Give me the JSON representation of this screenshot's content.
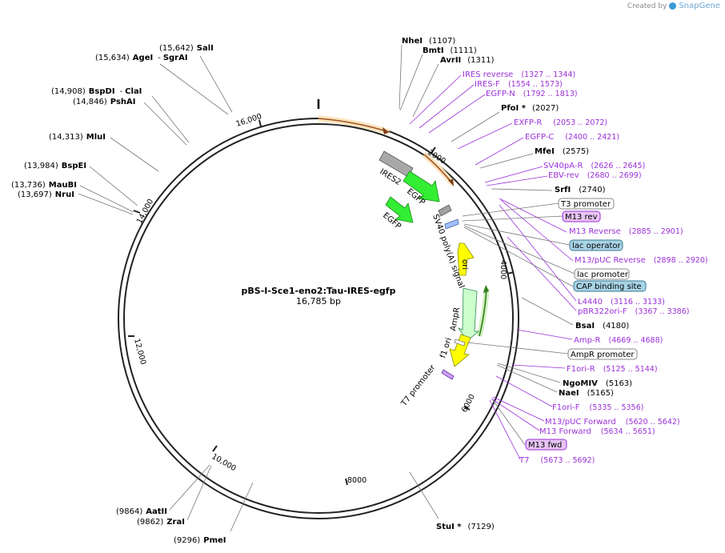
{
  "credit": {
    "prefix": "Created by",
    "brand": "SnapGene"
  },
  "plasmid": {
    "name": "pBS-I-Sce1-eno2:Tau-IRES-egfp",
    "size": "16,785 bp"
  },
  "ticks": [
    "2000",
    "4000",
    "6000",
    "8000",
    "10,000",
    "12,000",
    "14,000",
    "16,000"
  ],
  "enzymes_left": [
    {
      "name": "SalI",
      "pos": "(15,642)"
    },
    {
      "name": "AgeI",
      "pos": "(15,634)"
    },
    {
      "name": "SgrAI",
      "pos": ""
    },
    {
      "name": "BspDI",
      "pos": "(14,908)"
    },
    {
      "name": "ClaI",
      "pos": ""
    },
    {
      "name": "PshAI",
      "pos": "(14,846)"
    },
    {
      "name": "MluI",
      "pos": "(14,313)"
    },
    {
      "name": "BspEI",
      "pos": "(13,984)"
    },
    {
      "name": "MauBI",
      "pos": "(13,736)"
    },
    {
      "name": "NruI",
      "pos": "(13,697)"
    },
    {
      "name": "AatII",
      "pos": "(9864)"
    },
    {
      "name": "ZraI",
      "pos": "(9862)"
    },
    {
      "name": "PmeI",
      "pos": "(9296)"
    }
  ],
  "enzymes_right": [
    {
      "name": "NheI",
      "pos": "(1107)"
    },
    {
      "name": "BmtI",
      "pos": "(1111)"
    },
    {
      "name": "AvrII",
      "pos": "(1311)"
    },
    {
      "name": "PfoI *",
      "pos": "(2027)"
    },
    {
      "name": "MfeI",
      "pos": "(2575)"
    },
    {
      "name": "SrfI",
      "pos": "(2740)"
    },
    {
      "name": "BsaI",
      "pos": "(4180)"
    },
    {
      "name": "NgoMIV",
      "pos": "(5163)"
    },
    {
      "name": "NaeI",
      "pos": "(5165)"
    },
    {
      "name": "StuI *",
      "pos": "(7129)"
    }
  ],
  "primers": [
    {
      "name": "IRES reverse",
      "pos": "(1327 .. 1344)"
    },
    {
      "name": "IRES-F",
      "pos": "(1554 .. 1573)"
    },
    {
      "name": "EGFP-N",
      "pos": "(1792 .. 1813)"
    },
    {
      "name": "EXFP-R",
      "pos": "(2053 .. 2072)"
    },
    {
      "name": "EGFP-C",
      "pos": "(2400 .. 2421)"
    },
    {
      "name": "SV40pA-R",
      "pos": "(2626 .. 2645)"
    },
    {
      "name": "EBV-rev",
      "pos": "(2680 .. 2699)"
    },
    {
      "name": "M13 Reverse",
      "pos": "(2885 .. 2901)"
    },
    {
      "name": "M13/pUC Reverse",
      "pos": "(2898 .. 2920)"
    },
    {
      "name": "L4440",
      "pos": "(3116 .. 3133)"
    },
    {
      "name": "pBR322ori-F",
      "pos": "(3367 .. 3386)"
    },
    {
      "name": "Amp-R",
      "pos": "(4669 .. 4688)"
    },
    {
      "name": "F1ori-R",
      "pos": "(5125 .. 5144)"
    },
    {
      "name": "F1ori-F",
      "pos": "(5335 .. 5356)"
    },
    {
      "name": "M13/pUC Forward",
      "pos": "(5620 .. 5642)"
    },
    {
      "name": "M13 Forward",
      "pos": "(5634 .. 5651)"
    },
    {
      "name": "T7",
      "pos": "(5673 .. 5692)"
    }
  ],
  "boxed_features": {
    "t3_promoter": "T3 promoter",
    "m13_rev": "M13 rev",
    "lac_operator": "lac operator",
    "lac_promoter": "lac promoter",
    "cap_site": "CAP binding site",
    "ampr_promoter": "AmpR promoter",
    "m13_fwd": "M13 fwd"
  },
  "features": {
    "ires2": "IRES2",
    "egfp_arrow": "EGFP",
    "egfp_label": "EGFP",
    "sv40": "SV40 poly(A) signal",
    "ori": "ori",
    "ampr": "AmpR",
    "f1ori": "f1 ori",
    "t7prom": "T7 promoter"
  },
  "colors": {
    "enzyme_text": "#000000",
    "primer_text": "#9b30d9",
    "ring": "#222222",
    "green_feature": "#33ee33",
    "gray_feature": "#a0a0a0",
    "yellow_feature": "#ffff00",
    "pale_green_feature": "#ccffcc",
    "orange_orf": "#f5a623",
    "box_purple": "#e8c4f5",
    "box_blue": "#a8d4e6"
  }
}
